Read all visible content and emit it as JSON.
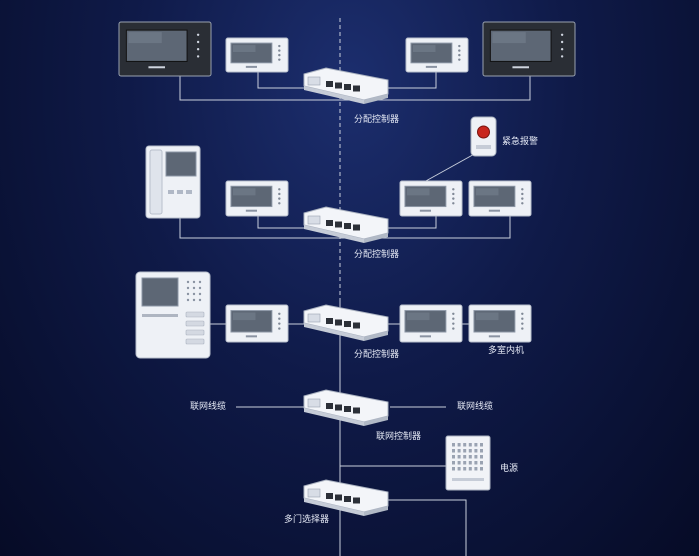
{
  "colors": {
    "background": "#0f1a48",
    "wire": "#c9cfdc",
    "device_white": "#eef1f6",
    "screen": "#5d6775"
  },
  "labels": {
    "distribution_controller_1": "分配控制器",
    "distribution_controller_2": "分配控制器",
    "distribution_controller_3": "分配控制器",
    "emergency_alarm": "紧急报警",
    "multi_room_indoor_unit": "多室内机",
    "network_cable_left": "联网线缆",
    "network_cable_right": "联网线缆",
    "network_controller": "联网控制器",
    "power_supply": "电源",
    "multi_door_selector": "多门选择器"
  },
  "icons": {
    "monitor": "indoor-monitor-icon",
    "switch": "controller-switch-icon",
    "alarm": "emergency-button-icon",
    "door_station": "door-station-icon",
    "power": "power-supply-icon"
  }
}
